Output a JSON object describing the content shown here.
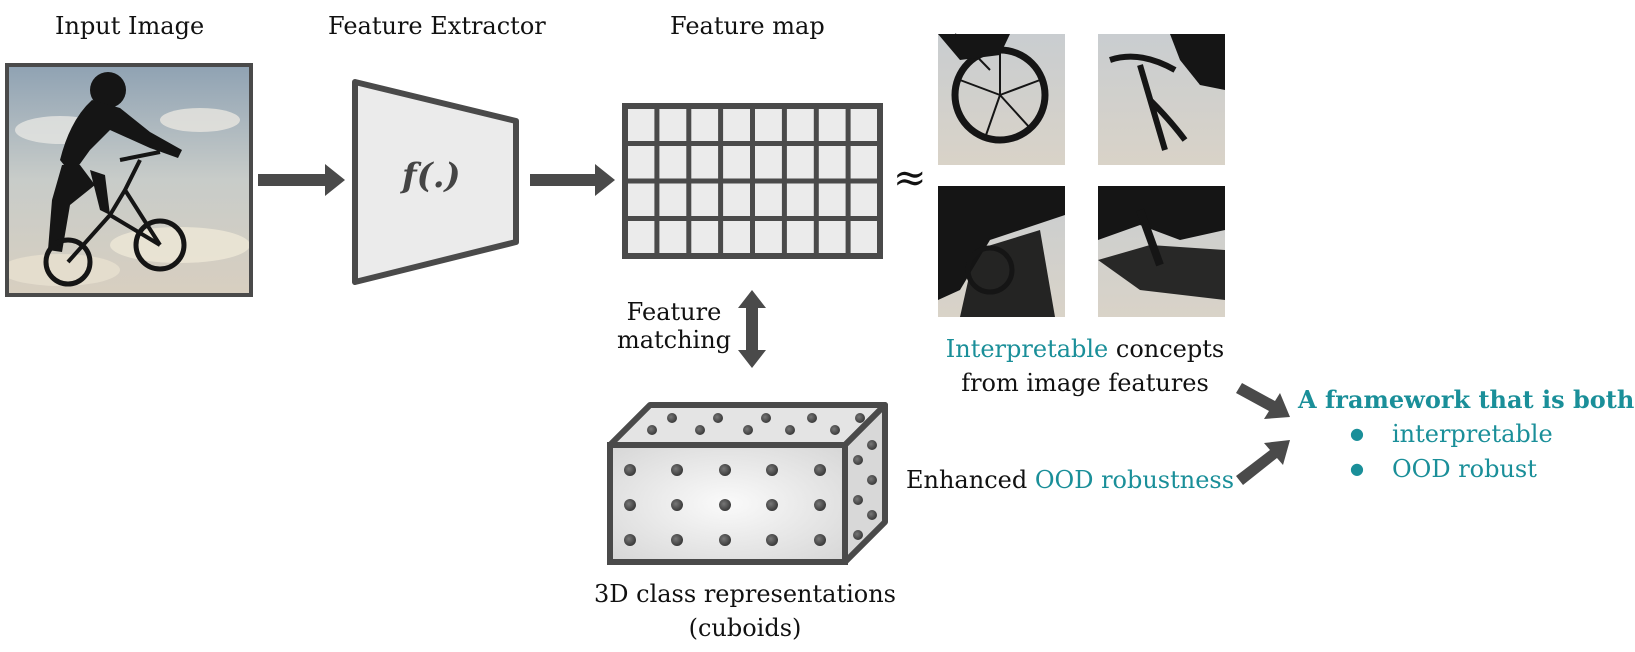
{
  "labels": {
    "input_image": "Input Image",
    "feature_extractor": "Feature Extractor",
    "feature_map": "Feature map",
    "extractor_formula": "f(.)",
    "approx_symbol": "≈",
    "feature_matching_line1": "Feature",
    "feature_matching_line2": "matching",
    "cuboid_line1": "3D class representations",
    "cuboid_line2": "(cuboids)",
    "interpretable_word": "Interpretable",
    "concepts_rest": " concepts",
    "concepts_line2": "from image features",
    "enhanced_prefix": "Enhanced ",
    "ood_robustness": "OOD robustness",
    "framework_title": "A framework that is both",
    "framework_colon": ":",
    "framework_items": [
      "interpretable",
      "OOD robust"
    ],
    "bullet": "●"
  },
  "colors": {
    "teal": "#1a8f99",
    "dark_gray": "#4a4a4a",
    "light_gray": "#ebebeb",
    "sky": "#b9c4cc"
  }
}
